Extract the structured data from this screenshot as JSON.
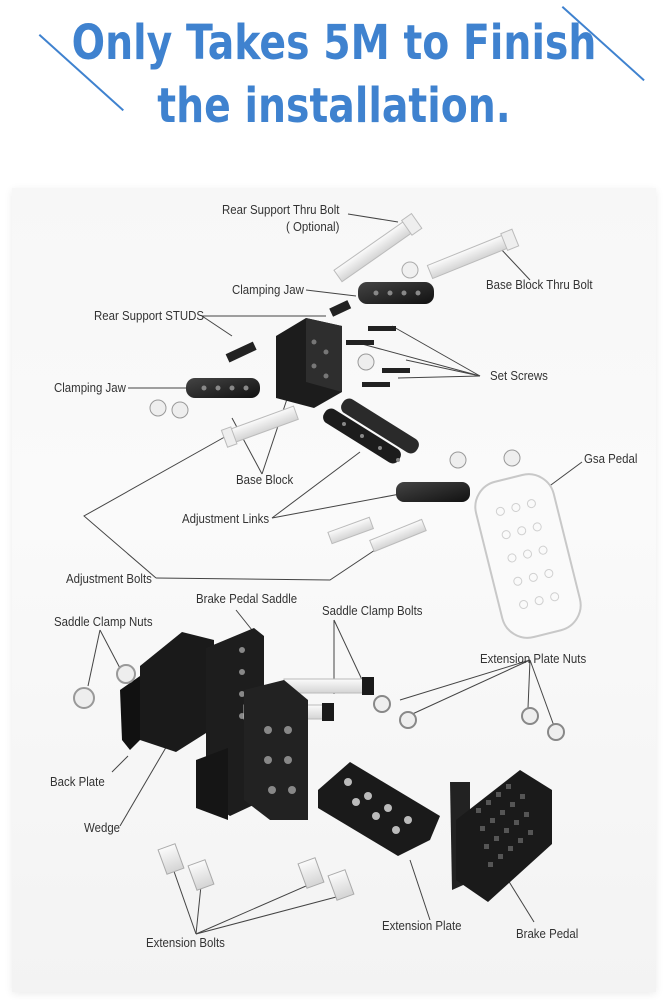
{
  "headline": {
    "line1": "Only Takes 5M to Finish",
    "line2": "the installation.",
    "color": "#3f82cf"
  },
  "labels": {
    "rear_support_thru_bolt": "Rear Support Thru Bolt",
    "optional": "( Optional)",
    "clamping_jaw_top": "Clamping Jaw",
    "base_block_thru_bolt": "Base Block Thru Bolt",
    "rear_support_studs": "Rear Support STUDS",
    "set_screws": "Set Screws",
    "clamping_jaw_left": "Clamping Jaw",
    "gsa_pedal": "Gsa Pedal",
    "base_block": "Base Block",
    "adjustment_links": "Adjustment Links",
    "adjustment_bolts": "Adjustment Bolts",
    "brake_pedal_saddle": "Brake Pedal Saddle",
    "saddle_clamp_nuts": "Saddle Clamp Nuts",
    "saddle_clamp_bolts": "Saddle Clamp Bolts",
    "extension_plate_nuts": "Extension Plate Nuts",
    "back_plate": "Back Plate",
    "wedge": "Wedge",
    "extension_plate": "Extension Plate",
    "brake_pedal": "Brake Pedal",
    "extension_bolts": "Extension Bolts"
  }
}
